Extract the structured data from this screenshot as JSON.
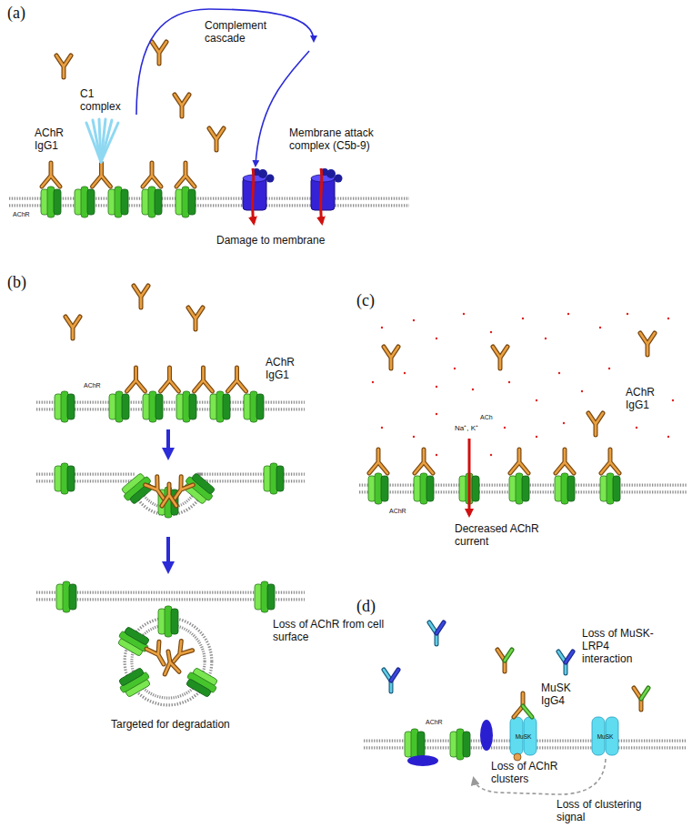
{
  "diagram": {
    "labels": [
      "(a)",
      "Complement cascade",
      "C1 complex",
      "AChR IgG1",
      "AChR",
      "Membrane attack complex (C5b-9)",
      "Damage to membrane",
      "(b)",
      "AChR IgG1",
      "AChR",
      "Loss of AChR from cell surface",
      "Targeted for degradation",
      "(c)",
      "ACh",
      "Na⁺, K⁺",
      "AChR IgG1",
      "AChR",
      "Decreased AChR current",
      "(d)",
      "AChR",
      "MuSK",
      "MuSK",
      "MuSK IgG4",
      "Loss of MuSK-LRP4 interaction",
      "Loss of AChR clusters",
      "Loss of clustering signal"
    ]
  }
}
